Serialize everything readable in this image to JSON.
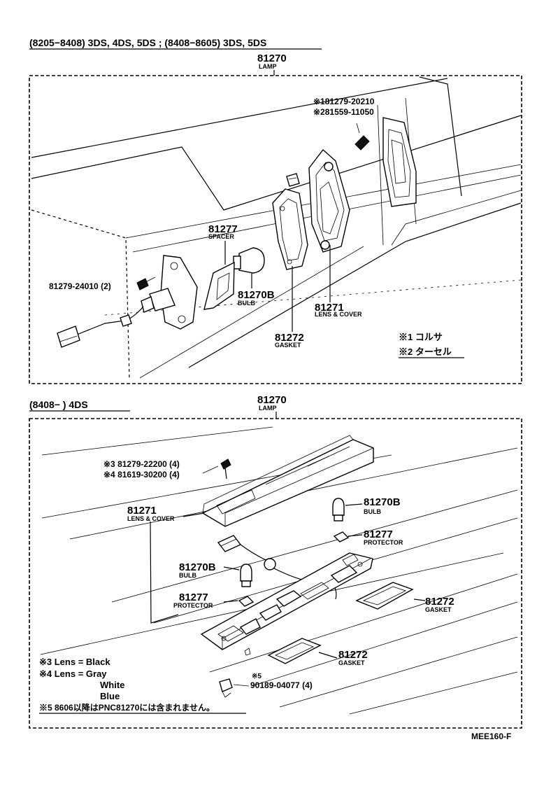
{
  "diagram": {
    "code": "MEE160-F",
    "section1": {
      "header": "(8205−8408) 3DS, 4DS, 5DS ; (8408−8605) 3DS, 5DS",
      "assembly": {
        "number": "81270",
        "name": "LAMP"
      },
      "screw_a": "※181279-20210",
      "screw_b": "※281559-11050",
      "spacer": {
        "number": "81277",
        "name": "SPACER"
      },
      "screw_c": "81279-24010 (2)",
      "bulb": {
        "number": "81270B",
        "name": "BULB"
      },
      "lens": {
        "number": "81271",
        "name": "LENS & COVER"
      },
      "gasket": {
        "number": "81272",
        "name": "GASKET"
      },
      "note1": "※1 コルサ",
      "note2": "※2 ターセル"
    },
    "section2": {
      "header": "(8408−          ) 4DS",
      "assembly": {
        "number": "81270",
        "name": "LAMP"
      },
      "screw_a": "※3 81279-22200 (4)",
      "screw_b": "※4 81619-30200 (4)",
      "lens": {
        "number": "81271",
        "name": "LENS & COVER"
      },
      "bulb_top": {
        "number": "81270B",
        "name": "BULB"
      },
      "protector_top": {
        "number": "81277",
        "name": "PROTECTOR"
      },
      "bulb_left": {
        "number": "81270B",
        "name": "BULB"
      },
      "protector_left": {
        "number": "81277",
        "name": "PROTECTOR"
      },
      "gasket_right": {
        "number": "81272",
        "name": "GASKET"
      },
      "gasket_bottom": {
        "number": "81272",
        "name": "GASKET"
      },
      "clip_mark": "※5",
      "clip": "90189-04077 (4)",
      "note3": "※3 Lens = Black",
      "note4": "※4 Lens = Gray",
      "note4b": "White",
      "note4c": "Blue",
      "note5": "※5 8606以降はPNC81270には含まれません。"
    }
  }
}
